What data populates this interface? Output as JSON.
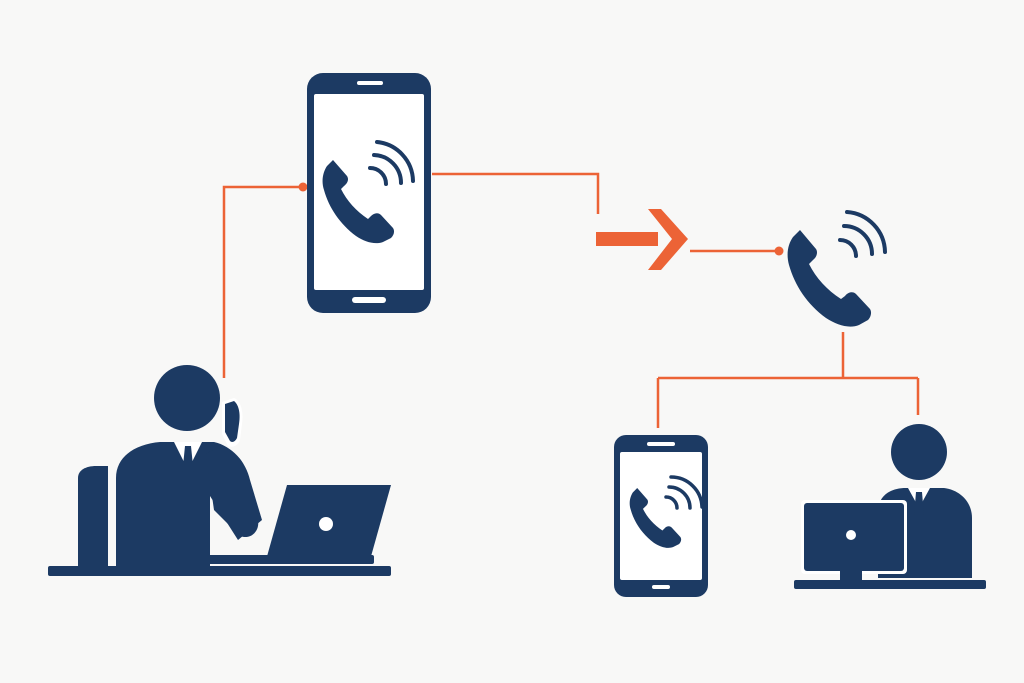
{
  "colors": {
    "background": "#f8f8f7",
    "navy": "#1c3a63",
    "orange": "#ec6336",
    "white": "#ffffff"
  },
  "nodes": [
    {
      "id": "caller",
      "icon": "person-on-phone-at-laptop-icon"
    },
    {
      "id": "smartphone",
      "icon": "smartphone-incoming-call-icon"
    },
    {
      "id": "forward",
      "icon": "arrow-right-icon"
    },
    {
      "id": "handset",
      "icon": "ringing-handset-icon"
    },
    {
      "id": "mobile-endpoint",
      "icon": "smartphone-incoming-call-icon"
    },
    {
      "id": "desk-endpoint",
      "icon": "person-at-computer-icon"
    }
  ],
  "edges": [
    {
      "from": "caller",
      "to": "smartphone"
    },
    {
      "from": "smartphone",
      "to": "forward"
    },
    {
      "from": "forward",
      "to": "handset"
    },
    {
      "from": "handset",
      "to": "mobile-endpoint"
    },
    {
      "from": "handset",
      "to": "desk-endpoint"
    }
  ]
}
